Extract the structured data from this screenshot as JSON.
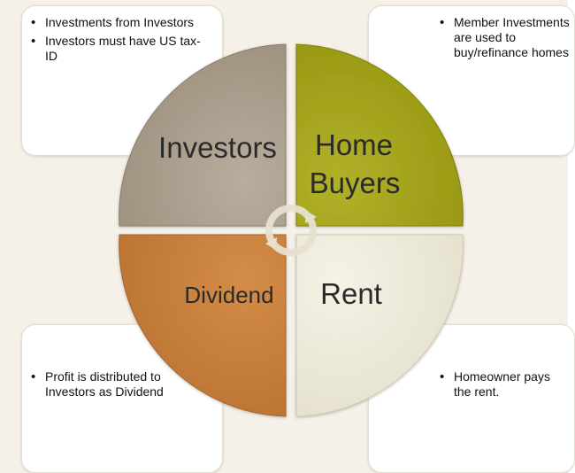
{
  "quadrants": {
    "investors": {
      "label": "Investors",
      "color": "#ada08f"
    },
    "home_buyers": {
      "line1": "Home",
      "line2": "Buyers",
      "color": "#a5a51a"
    },
    "dividend": {
      "label": "Dividend",
      "color": "#c9813f"
    },
    "rent": {
      "label": "Rent",
      "color": "#efebdc"
    }
  },
  "notes": {
    "top_left": [
      "Investments from Investors",
      "Investors must have US tax-ID"
    ],
    "top_right": [
      "Member Investments are used to buy/refinance homes"
    ],
    "bottom_left": [
      "Profit is distributed to Investors as Dividend"
    ],
    "bottom_right": [
      "Homeowner pays the rent."
    ]
  },
  "center_icon": "cycle-arrows-icon"
}
